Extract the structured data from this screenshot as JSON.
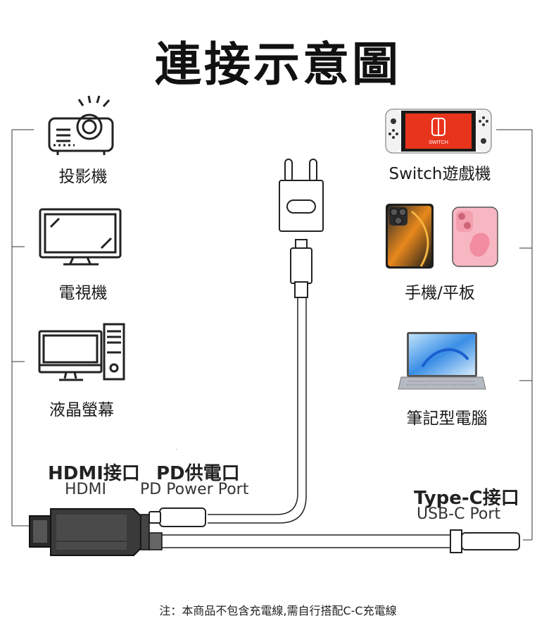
{
  "title": "連接示意圖",
  "left_devices": [
    {
      "label": "投影機",
      "icon": "projector-icon"
    },
    {
      "label": "電視機",
      "icon": "tv-icon"
    },
    {
      "label": "液晶螢幕",
      "icon": "desktop-monitor-icon"
    }
  ],
  "right_devices": [
    {
      "label": "Switch遊戲機",
      "icon": "game-console-icon"
    },
    {
      "label": "手機/平板",
      "icon": "phones-icon"
    },
    {
      "label": "筆記型電腦",
      "icon": "laptop-icon"
    }
  ],
  "switch_logo_text": "SWITCH",
  "ports": {
    "hdmi": {
      "main": "HDMI接口",
      "sub": "HDMI"
    },
    "pd": {
      "main": "PD供電口",
      "sub": "PD Power Port"
    },
    "typec": {
      "main": "Type-C接口",
      "sub": "USB-C Port"
    }
  },
  "note": "注：本商品不包含充電線,需自行搭配C-C充電線"
}
